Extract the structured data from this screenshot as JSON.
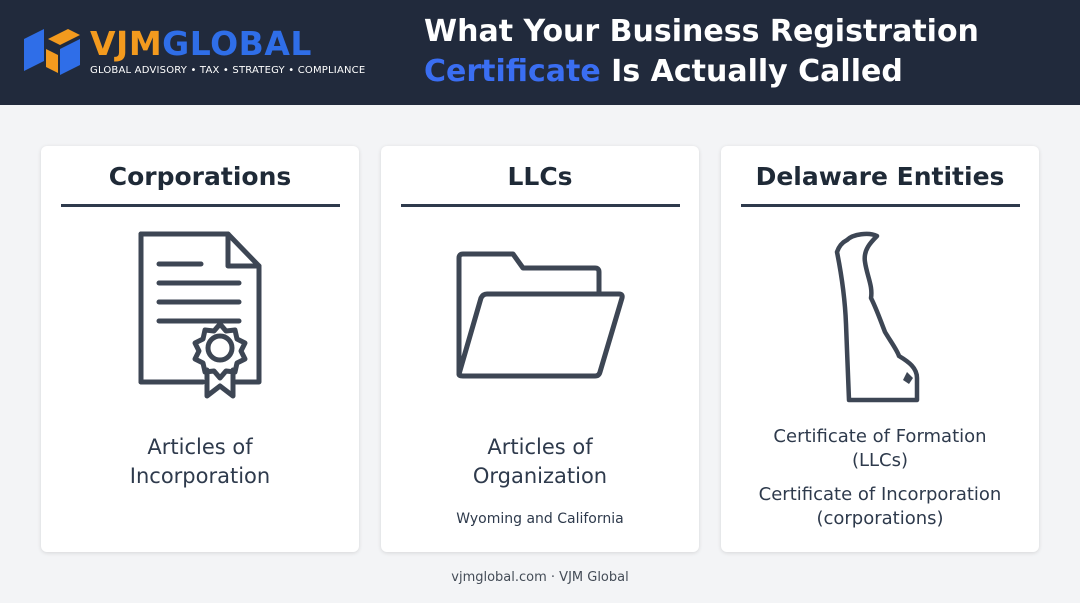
{
  "header": {
    "brand_part1": "VJM",
    "brand_part2": "GLOBAL",
    "tagline": "GLOBAL ADVISORY • TAX • STRATEGY • COMPLIANCE",
    "title_line1": "What Your Business Registration",
    "title_highlight": "Certificate",
    "title_line2_rest": " Is Actually Called",
    "colors": {
      "background": "#212a3c",
      "orange": "#f39a1e",
      "blue": "#2f6ee8",
      "highlight": "#3a6ef2"
    }
  },
  "cards": [
    {
      "title": "Corporations",
      "icon": "certificate-document-icon",
      "desc_line1": "Articles of",
      "desc_line2": "Incorporation"
    },
    {
      "title": "LLCs",
      "icon": "open-folder-icon",
      "desc_line1": "Articles of",
      "desc_line2": "Organization",
      "note": "Wyoming and California"
    },
    {
      "title": "Delaware Entities",
      "icon": "delaware-state-outline-icon",
      "item1_line1": "Certificate of Formation",
      "item1_line2": "(LLCs)",
      "item2_line1": "Certificate of Incorporation",
      "item2_line2": "(corporations)"
    }
  ],
  "footer": {
    "text": "vjmglobal.com · VJM Global"
  }
}
